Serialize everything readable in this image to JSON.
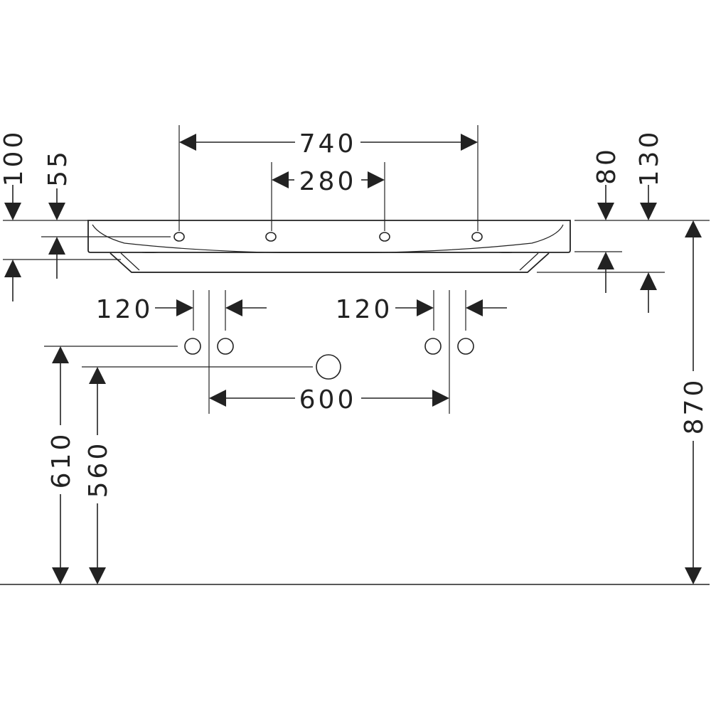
{
  "dimensions": {
    "tap_hole_span_outer": "740",
    "tap_hole_span_inner": "280",
    "left_supply_spacing": "120",
    "right_supply_spacing": "120",
    "waste_spacing": "600",
    "left_top_to_bowl": "100",
    "left_top_to_taphole": "55",
    "right_top_to_rim": "80",
    "right_top_to_bottom": "130",
    "floor_to_supply": "610",
    "floor_to_waste": "560",
    "floor_to_top": "870"
  }
}
